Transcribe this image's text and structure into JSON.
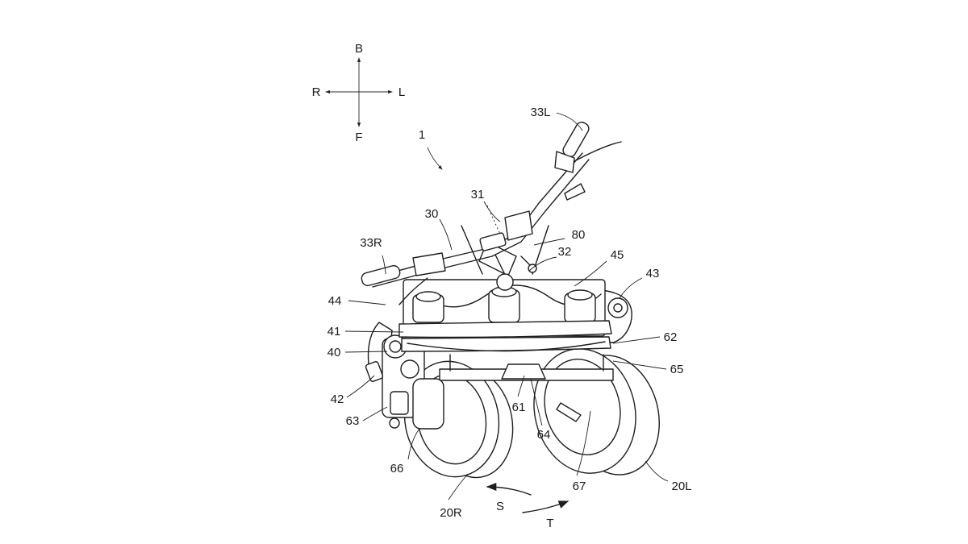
{
  "compass": {
    "back": "B",
    "front": "F",
    "right": "R",
    "left": "L"
  },
  "labels": {
    "assembly": "1",
    "grip_left": "33L",
    "grip_right": "33R",
    "handlebar": "30",
    "steering_shaft": "31",
    "bracket_32": "32",
    "part_80": "80",
    "part_45": "45",
    "part_43": "43",
    "part_44": "44",
    "part_41": "41",
    "part_40": "40",
    "part_42": "42",
    "part_63": "63",
    "part_62": "62",
    "part_65": "65",
    "part_61": "61",
    "part_64": "64",
    "part_66": "66",
    "part_67": "67",
    "wheel_right": "20R",
    "wheel_left": "20L",
    "arrow_s": "S",
    "arrow_t": "T"
  }
}
